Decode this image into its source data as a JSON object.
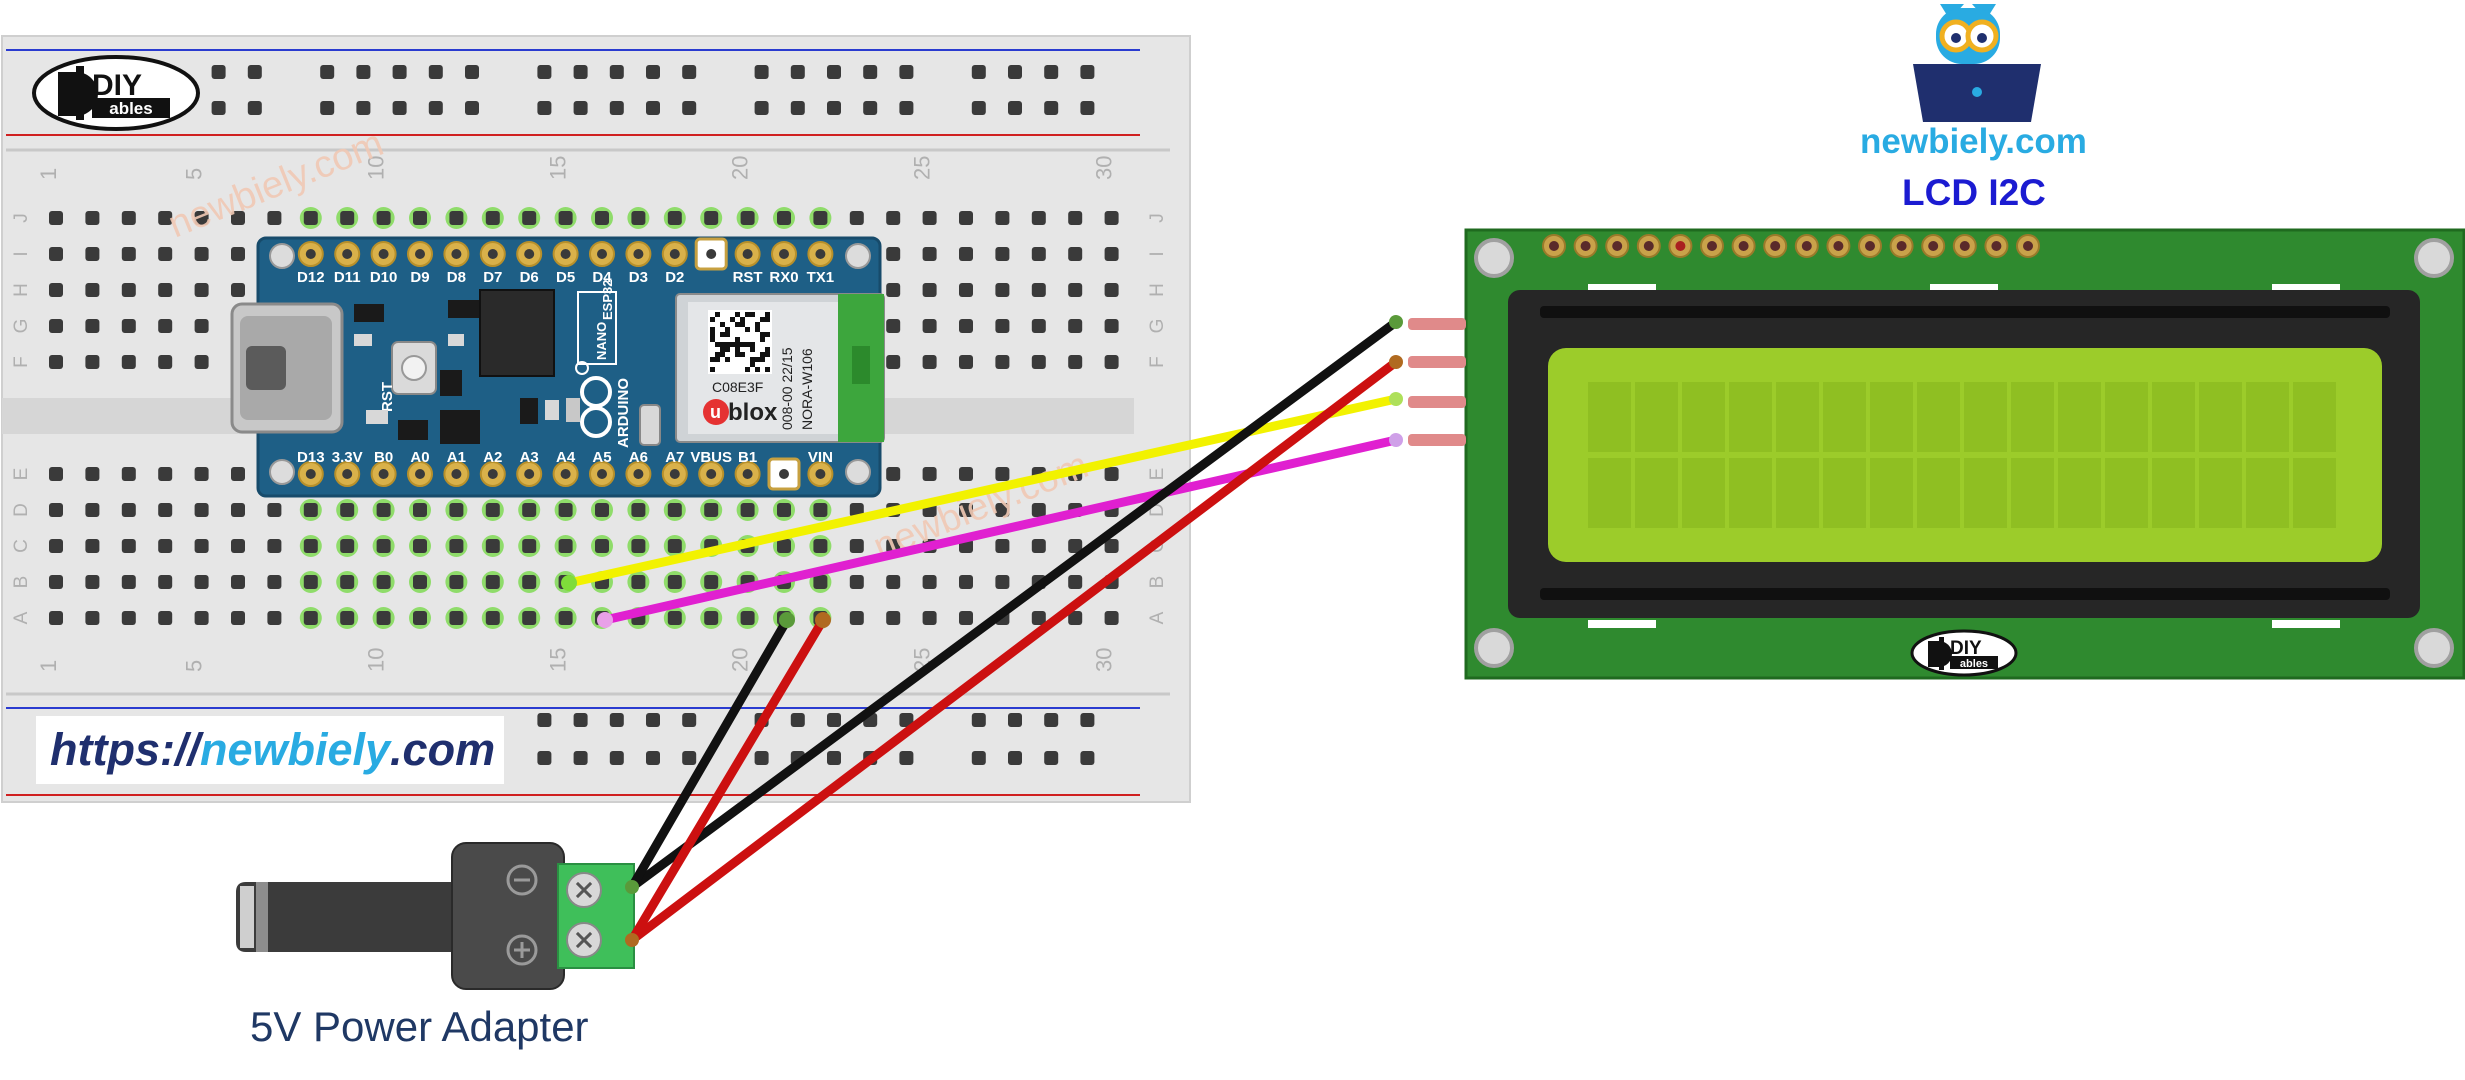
{
  "colors": {
    "wire_yellow": "#f2f200",
    "wire_magenta": "#e020d0",
    "wire_black": "#111111",
    "wire_red": "#cc1010",
    "brand_cyan": "#29abe2",
    "brand_navy": "#1f2f6e",
    "lcd_blue": "#1b1bd1",
    "pcb_green": "#2f8a2f",
    "lcd_screen": "#9ccc2a",
    "board_teal": "#1e5f86",
    "breadboard": "#e5e5e5"
  },
  "breadboard": {
    "logo": {
      "diy": "DIY",
      "ables": "ables"
    },
    "column_numbers": [
      "1",
      "5",
      "10",
      "15",
      "20",
      "25",
      "30"
    ],
    "row_letters_top": [
      "J",
      "I",
      "H",
      "G",
      "F"
    ],
    "row_letters_bottom": [
      "E",
      "D",
      "C",
      "B",
      "A"
    ],
    "site_banner": {
      "prefix": "https://",
      "name": "newbiely",
      "suffix": ".com"
    },
    "watermark": "newbiely.com"
  },
  "board": {
    "top_pins": [
      "D12",
      "D11",
      "D10",
      "D9",
      "D8",
      "D7",
      "D6",
      "D5",
      "D4",
      "D3",
      "D2",
      "",
      "RST",
      "RX0",
      "TX1"
    ],
    "bottom_pins": [
      "D13",
      "3.3V",
      "B0",
      "A0",
      "A1",
      "A2",
      "A3",
      "A4",
      "A5",
      "A6",
      "A7",
      "VBUS",
      "B1",
      "",
      "VIN"
    ],
    "rst_label": "RST",
    "nano_label": "NANO",
    "esp32_label": "ESP32",
    "arduino_label": "ARDUINO",
    "module_code": "C08E3F",
    "module_line1": "008-00 22/15",
    "module_line2": "NORA-W106",
    "ublox": "u​blox",
    "ublox_u": "u",
    "ublox_rest": "blox"
  },
  "adapter": {
    "label": "5V Power Adapter",
    "minus_symbol": "⊖",
    "plus_symbol": "⊕"
  },
  "brand": {
    "site": "newbiely.com",
    "lcd_title": "LCD I2C"
  },
  "lcd": {
    "logo": {
      "diy": "DIY",
      "ables": "ables"
    }
  }
}
